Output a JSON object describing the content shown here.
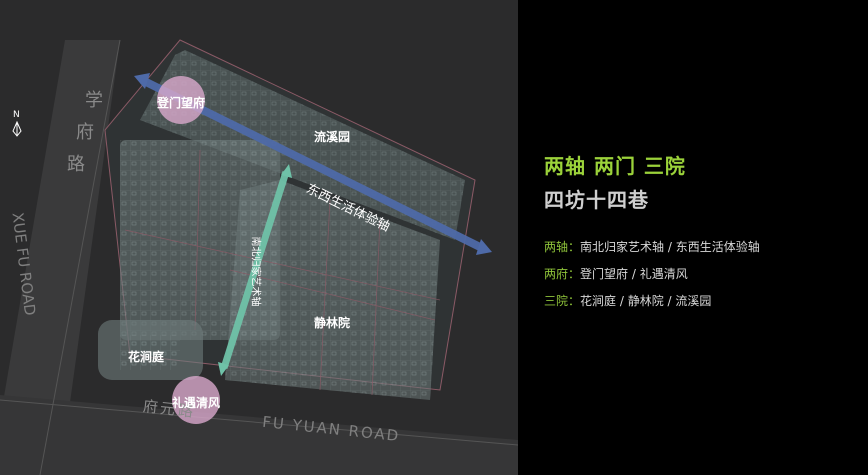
{
  "map": {
    "road_north_chars": [
      "学",
      "府",
      "路"
    ],
    "road_west_pinyin": "XUE FU ROAD",
    "road_south_chars": [
      "府",
      "元",
      "路"
    ],
    "road_south_pinyin": "FU YUAN ROAD",
    "compass_label": "N",
    "axis_ew_label": "东西生活体验轴",
    "axis_ns_label": "南北归家艺术轴",
    "places": {
      "gate_north": "登门望府",
      "gate_south": "礼遇清风",
      "court_liuxi": "流溪园",
      "court_jinglin": "静林院",
      "court_huajian": "花涧庭"
    },
    "colors": {
      "ew_axis": "#4e6aa8",
      "ns_axis": "#6fc2a8",
      "gate_circle": "#d9a9cc"
    }
  },
  "panel": {
    "title_line1": "两轴 两门 三院",
    "title_line2": "四坊十四巷",
    "items": [
      {
        "key": "两轴：",
        "value": "南北归家艺术轴 / 东西生活体验轴"
      },
      {
        "key": "两府：",
        "value": "登门望府 / 礼遇清风"
      },
      {
        "key": "三院：",
        "value": "花涧庭 / 静林院 / 流溪园"
      }
    ],
    "colors": {
      "accent": "#9bd23a",
      "subtitle": "#cfcfcf"
    }
  }
}
